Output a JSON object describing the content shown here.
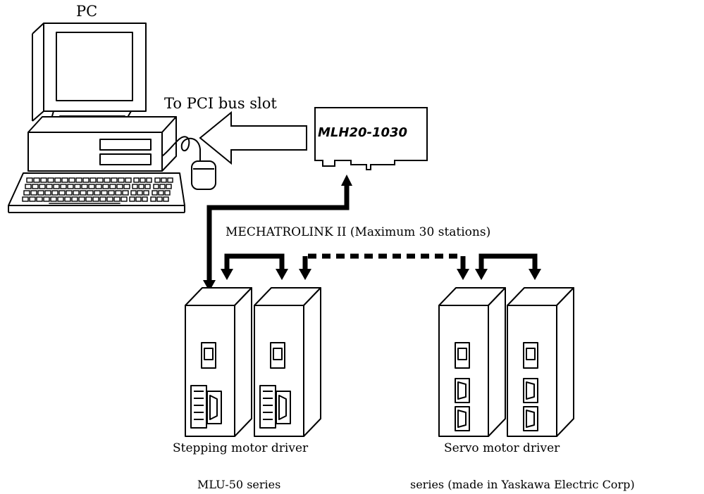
{
  "labels": {
    "pc": "PC",
    "pci_slot": "To PCI bus slot",
    "card_model": "MLH20-1030",
    "network": "MECHATROLINK II (Maximum 30 stations)",
    "stepping_title": "Stepping motor driver",
    "stepping_series": "MLU-50 series",
    "servo_title": "Servo motor driver",
    "servo_series": "series (made in Yaskawa Electric Corp)"
  },
  "colors": {
    "line": "#000000",
    "background": "#ffffff"
  }
}
